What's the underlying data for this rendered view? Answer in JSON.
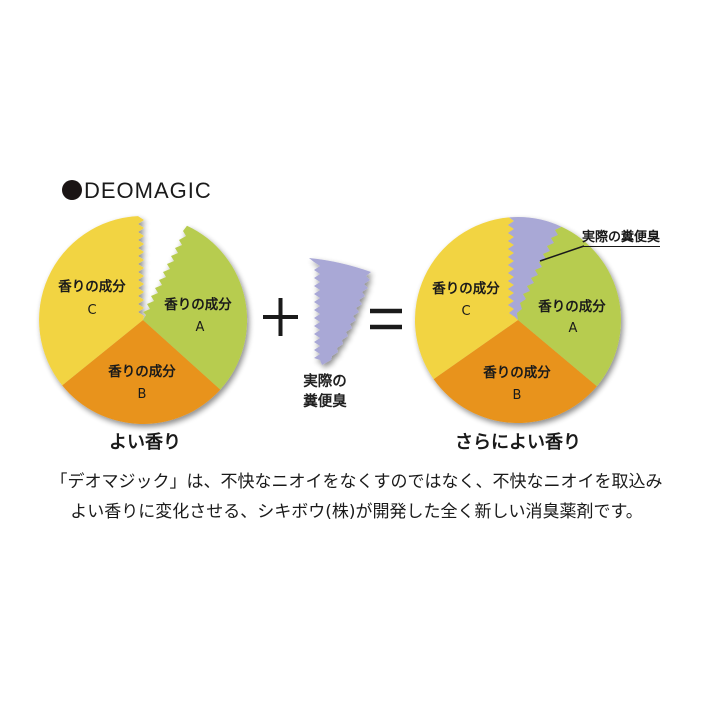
{
  "brand": {
    "name": "DEOMAGIC",
    "bullet": "●"
  },
  "colors": {
    "component_a": "#b7cc4f",
    "component_b": "#e8931a",
    "component_c": "#f2d443",
    "fecal_odor": "#a9a8d6",
    "text": "#1a1a1a"
  },
  "left_pie": {
    "caption": "よい香り",
    "segments": [
      {
        "label": "香りの成分",
        "letter": "A"
      },
      {
        "label": "香りの成分",
        "letter": "B"
      },
      {
        "label": "香りの成分",
        "letter": "C"
      }
    ]
  },
  "operators": {
    "plus": "+",
    "equals": "="
  },
  "odor_wedge": {
    "label_line1": "実際の",
    "label_line2": "糞便臭"
  },
  "right_pie": {
    "caption": "さらによい香り",
    "callout": "実際の糞便臭",
    "segments": [
      {
        "label": "香りの成分",
        "letter": "A"
      },
      {
        "label": "香りの成分",
        "letter": "B"
      },
      {
        "label": "香りの成分",
        "letter": "C"
      }
    ]
  },
  "description": {
    "line1": "「デオマジック」は、不快なニオイをなくすのではなく、不快なニオイを取込み",
    "line2": "よい香りに変化させる、シキボウ(株)が開発した全く新しい消臭薬剤です。"
  }
}
